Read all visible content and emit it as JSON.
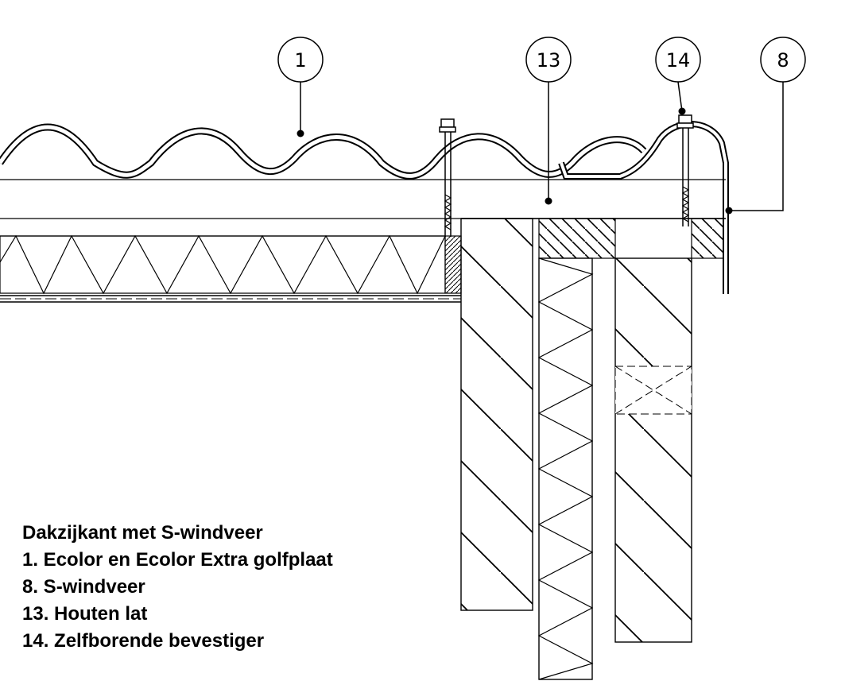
{
  "diagram": {
    "callouts": [
      {
        "id": "c1",
        "label": "1"
      },
      {
        "id": "c13",
        "label": "13"
      },
      {
        "id": "c14",
        "label": "14"
      },
      {
        "id": "c8",
        "label": "8"
      }
    ]
  },
  "legend": {
    "title": "Dakzijkant met S-windveer",
    "items": [
      "1. Ecolor en Ecolor Extra golfplaat",
      "8. S-windveer",
      "13. Houten lat",
      "14. Zelfborende bevestiger"
    ]
  },
  "colors": {
    "line": "#000000",
    "background": "#ffffff"
  }
}
